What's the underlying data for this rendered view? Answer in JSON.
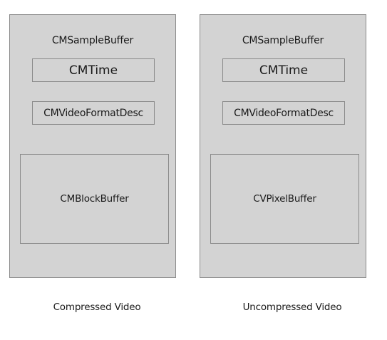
{
  "left": {
    "title": "CMSampleBuffer",
    "time_label": "CMTime",
    "format_label": "CMVideoFormatDesc",
    "buffer_label": "CMBlockBuffer",
    "caption": "Compressed Video"
  },
  "right": {
    "title": "CMSampleBuffer",
    "time_label": "CMTime",
    "format_label": "CMVideoFormatDesc",
    "buffer_label": "CVPixelBuffer",
    "caption": "Uncompressed Video"
  },
  "colors": {
    "panel_fill": "#d3d3d3",
    "border": "#8a8a8a",
    "text": "#1a1a1a",
    "background": "#ffffff"
  }
}
